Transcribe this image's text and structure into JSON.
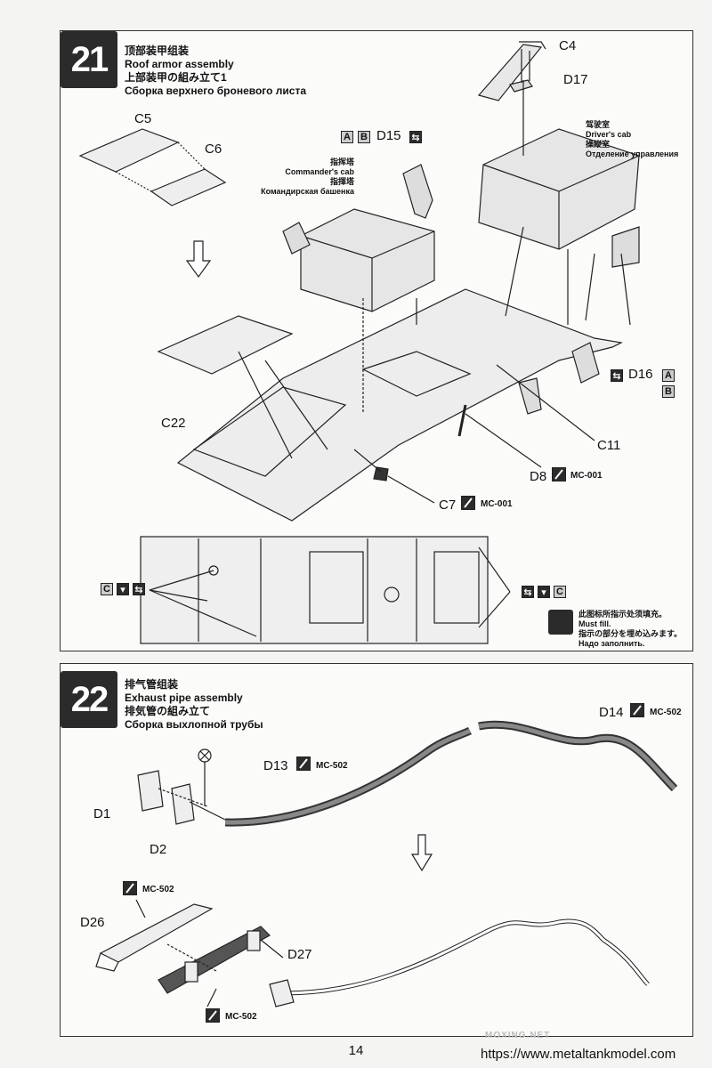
{
  "step21": {
    "number": "21",
    "title_cn": "顶部装甲组装",
    "title_en": "Roof armor assembly",
    "title_jp": "上部装甲の組み立て1",
    "title_ru": "Сборка верхнего броневого листа",
    "commander_cab": {
      "cn": "指挥塔",
      "en": "Commander's cab",
      "jp": "指揮塔",
      "ru": "Командирская башенка"
    },
    "driver_cab": {
      "cn": "驾驶室",
      "en": "Driver's cab",
      "jp": "操縦室",
      "ru": "Отделение управления"
    },
    "parts": {
      "c4": "C4",
      "d17": "D17",
      "c5": "C5",
      "c6": "C6",
      "d15": "D15",
      "d16": "D16",
      "c22": "C22",
      "c11": "C11",
      "d8": "D8",
      "c7": "C7"
    },
    "paint": {
      "d8": "MC-001",
      "c7": "MC-001"
    },
    "letters": {
      "a": "A",
      "b": "B",
      "c": "C"
    },
    "legend": {
      "cn": "此图标所指示处须填充。",
      "en": "Must fill.",
      "jp": "指示の部分を埋め込みます。",
      "ru": "Надо заполнить."
    }
  },
  "step22": {
    "number": "22",
    "title_cn": "排气管组装",
    "title_en": "Exhaust pipe assembly",
    "title_jp": "排気管の組み立て",
    "title_ru": "Сборка выхлопной трубы",
    "parts": {
      "d14": "D14",
      "d13": "D13",
      "d1": "D1",
      "d2": "D2",
      "d26": "D26",
      "d27": "D27"
    },
    "paint": {
      "d14": "MC-502",
      "d13": "MC-502",
      "d26": "MC-502",
      "d27": "MC-502"
    }
  },
  "footer": {
    "page": "14",
    "url": "https://www.metaltankmodel.com",
    "watermark": "MOXING.NET"
  },
  "colors": {
    "badge": "#2b2b2b",
    "line": "#222222"
  }
}
